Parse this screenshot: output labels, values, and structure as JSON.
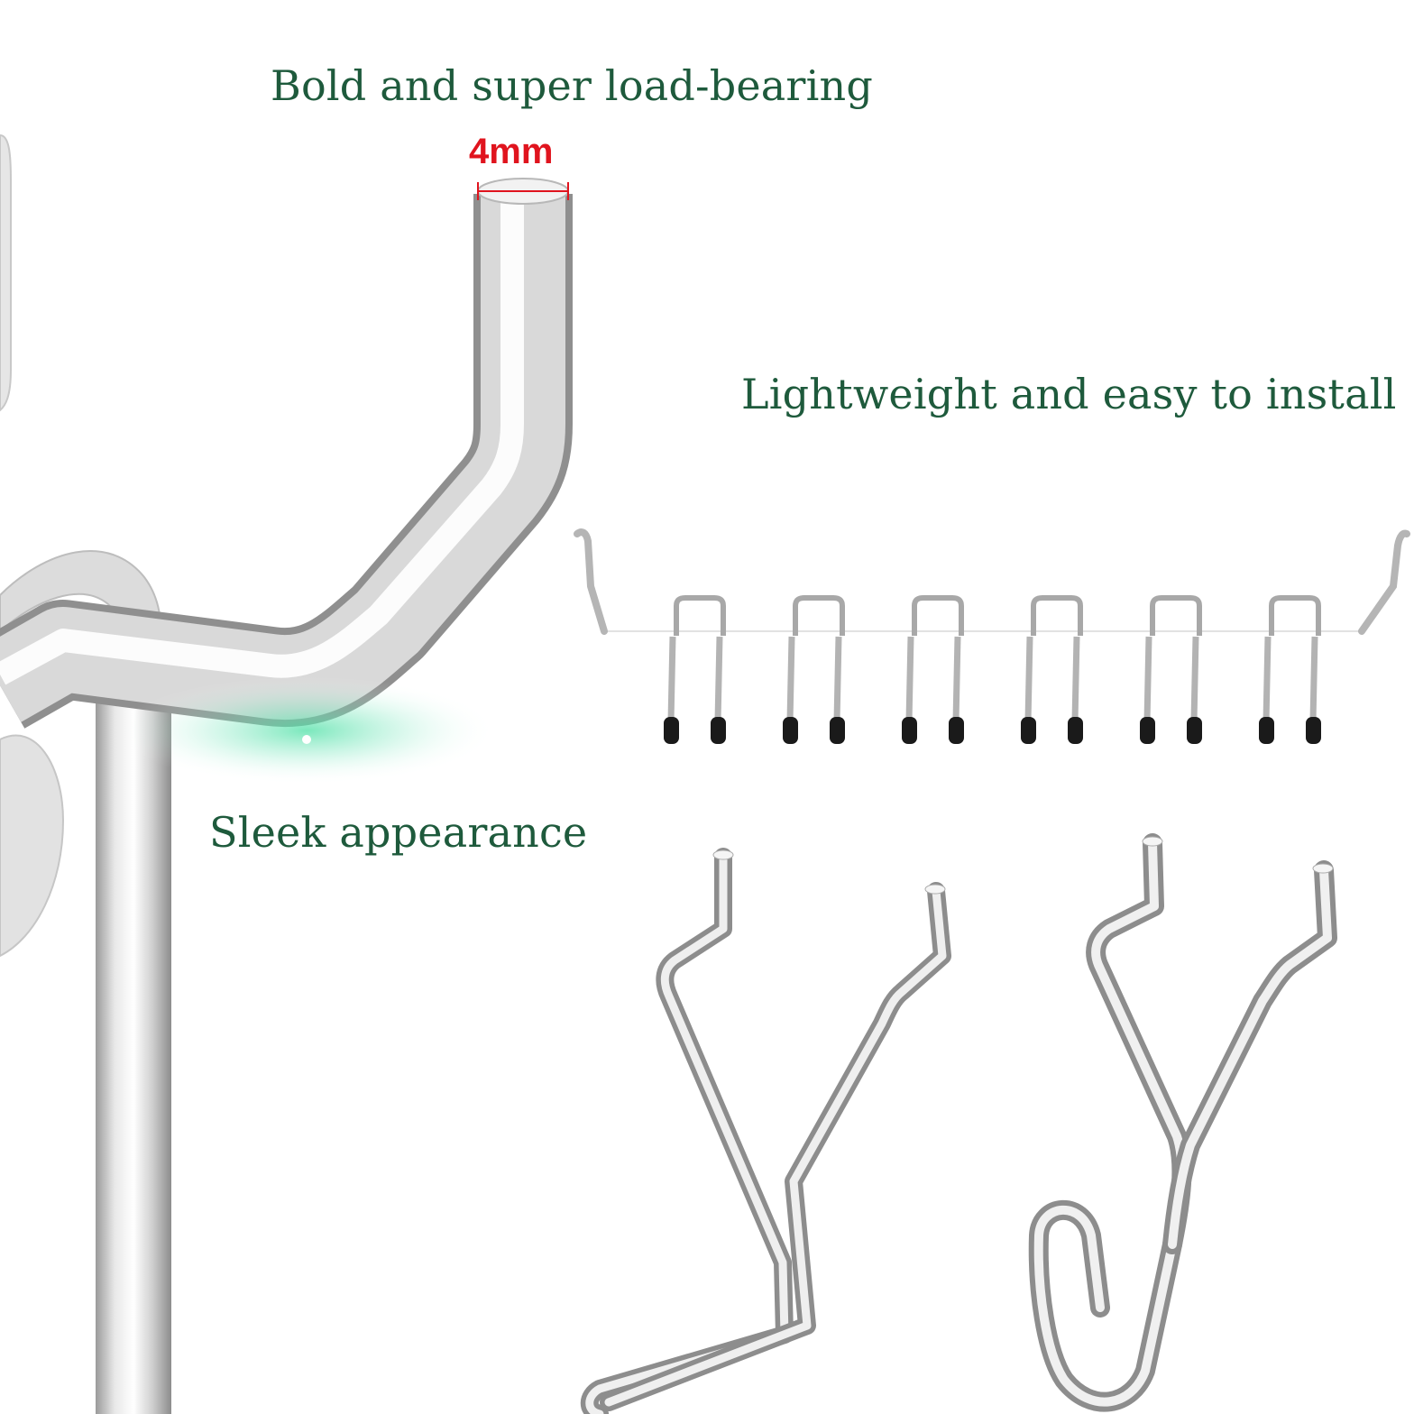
{
  "captions": {
    "bold": "Bold and super load-bearing",
    "diameter": "4mm",
    "lightweight": "Lightweight and easy to install",
    "sleek": "Sleek appearance"
  },
  "colors": {
    "caption_green": "#1e5a3c",
    "dimension_red": "#e0141e",
    "metal_light": "#f4f4f4",
    "metal_mid": "#c9c9c9",
    "metal_dark": "#8c8c8c",
    "rubber_tip": "#1a1a1a",
    "glow_green": "#4fe0a6"
  },
  "rack": {
    "hook_pairs": 6
  }
}
